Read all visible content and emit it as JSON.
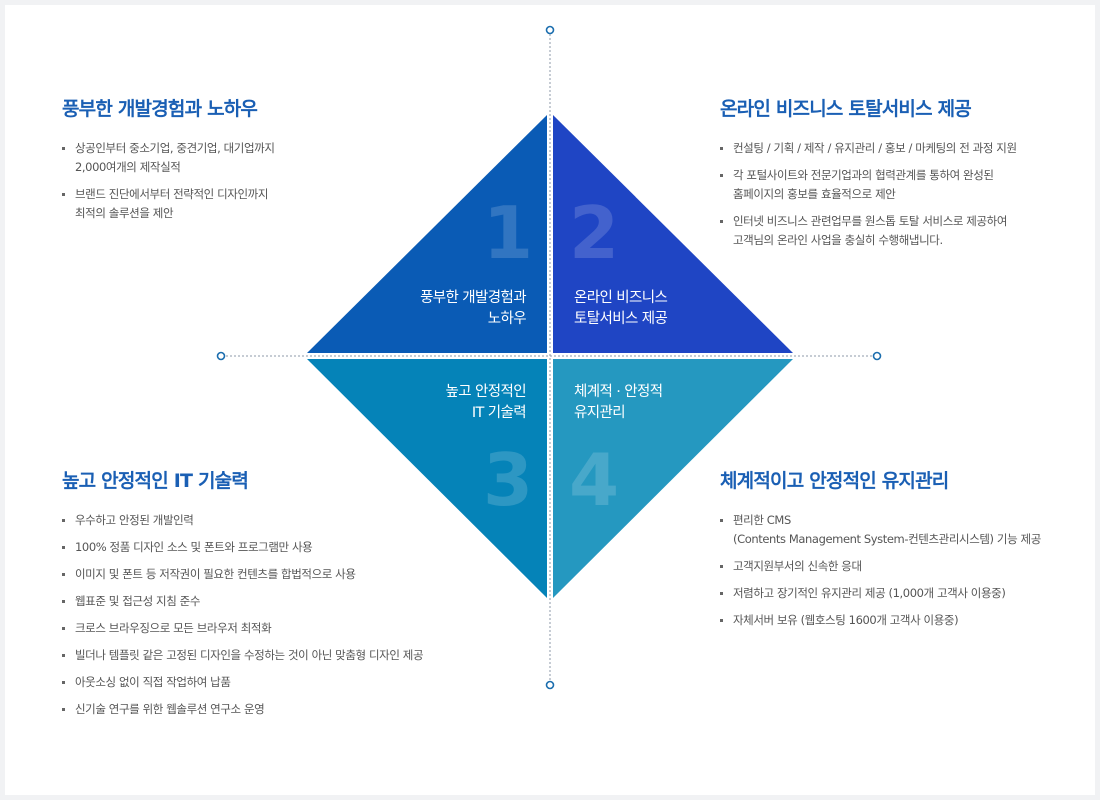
{
  "colors": {
    "quad1": "#0a5bb5",
    "quad2": "#1f45c4",
    "quad3": "#0583b8",
    "quad4": "#2598c0",
    "heading": "#1a5fb4",
    "guide": "#8e9aa8",
    "dot": "#1a6dae"
  },
  "diagram": {
    "quadrants": [
      {
        "number": "1",
        "label_lines": [
          "풍부한 개발경험과",
          "노하우"
        ]
      },
      {
        "number": "2",
        "label_lines": [
          "온라인 비즈니스",
          "토탈서비스 제공"
        ]
      },
      {
        "number": "3",
        "label_lines": [
          "높고 안정적인",
          "IT 기술력"
        ]
      },
      {
        "number": "4",
        "label_lines": [
          "체계적 · 안정적",
          "유지관리"
        ]
      }
    ]
  },
  "sections": [
    {
      "title": "풍부한 개발경험과 노하우",
      "items": [
        [
          "상공인부터 중소기업, 중견기업, 대기업까지",
          "2,000여개의 제작실적"
        ],
        [
          "브랜드 진단에서부터 전략적인 디자인까지",
          "최적의 솔루션을 제안"
        ]
      ]
    },
    {
      "title": "온라인 비즈니스 토탈서비스 제공",
      "items": [
        [
          "컨설팅 / 기획 / 제작 / 유지관리 / 홍보 / 마케팅의 전 과정 지원"
        ],
        [
          "각 포털사이트와 전문기업과의 협력관계를 통하여 완성된",
          "홈페이지의 홍보를 효율적으로 제안"
        ],
        [
          "인터넷 비즈니스 관련업무를 원스톱 토탈 서비스로 제공하여",
          "고객님의 온라인 사업을 충실히 수행해냅니다."
        ]
      ]
    },
    {
      "title": "높고 안정적인 IT 기술력",
      "items": [
        [
          "우수하고 안정된 개발인력"
        ],
        [
          "100% 정품 디자인 소스 및 폰트와 프로그램만 사용"
        ],
        [
          "이미지 및 폰트 등 저작권이 필요한 컨텐츠를 합법적으로 사용"
        ],
        [
          "웹표준 및 접근성 지침 준수"
        ],
        [
          "크로스 브라우징으로 모든 브라우저 최적화"
        ],
        [
          "빌더나 템플릿 같은 고정된 디자인을 수정하는 것이 아닌 맞춤형 디자인 제공"
        ],
        [
          "아웃소싱 없이 직접 작업하여 납품"
        ],
        [
          "신기술 연구를 위한 웹솔루션 연구소 운영"
        ]
      ]
    },
    {
      "title": "체계적이고 안정적인 유지관리",
      "items": [
        [
          "편리한 CMS",
          "(Contents Management System-컨텐츠관리시스템) 기능 제공"
        ],
        [
          "고객지원부서의 신속한 응대"
        ],
        [
          "저렴하고 장기적인 유지관리 제공 (1,000개 고객사 이용중)"
        ],
        [
          "자체서버 보유 (웹호스팅 1600개 고객사 이용중)"
        ]
      ]
    }
  ]
}
